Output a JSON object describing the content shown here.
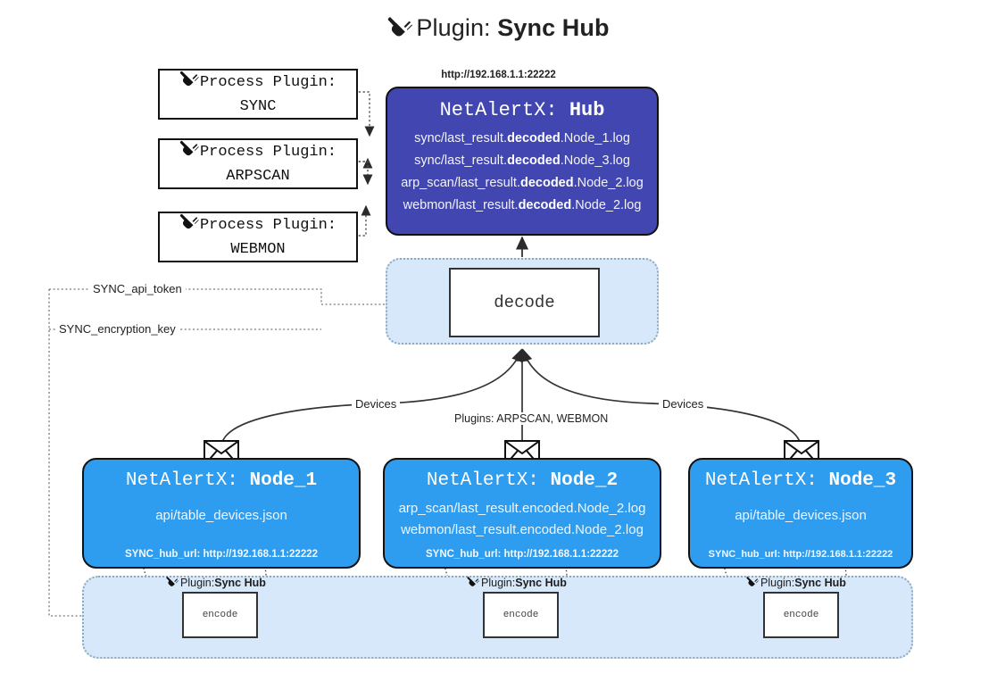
{
  "title": {
    "prefix": "Plugin: ",
    "name": "Sync Hub",
    "icon": "plug-icon"
  },
  "process_plugins": [
    {
      "label": "Process Plugin:",
      "value": "SYNC",
      "icon": "plug-icon"
    },
    {
      "label": "Process Plugin:",
      "value": "ARPSCAN",
      "icon": "plug-icon"
    },
    {
      "label": "Process Plugin:",
      "value": "WEBMON",
      "icon": "plug-icon"
    }
  ],
  "hub": {
    "url": "http://192.168.1.1:22222",
    "title_prefix": "NetAlertX: ",
    "title_name": "Hub",
    "files": [
      {
        "pre": "sync/last_result.",
        "em": "decoded",
        "post": ".Node_1.log"
      },
      {
        "pre": "sync/last_result.",
        "em": "decoded",
        "post": ".Node_3.log"
      },
      {
        "pre": "arp_scan/last_result.",
        "em": "decoded",
        "post": ".Node_2.log"
      },
      {
        "pre": "webmon/last_result.",
        "em": "decoded",
        "post": ".Node_2.log"
      }
    ]
  },
  "decode": {
    "label": "decode"
  },
  "settings": [
    {
      "label": "SYNC_api_token"
    },
    {
      "label": "SYNC_encryption_key"
    }
  ],
  "edge_labels": {
    "devices_left": "Devices",
    "devices_right": "Devices",
    "plugins_center": "Plugins: ARPSCAN, WEBMON"
  },
  "nodes": [
    {
      "title_prefix": "NetAlertX: ",
      "title_name": "Node_1",
      "lines": [
        "api/table_devices.json"
      ],
      "footer": "SYNC_hub_url: http://192.168.1.1:22222",
      "icon": "envelope-icon"
    },
    {
      "title_prefix": "NetAlertX: ",
      "title_name": "Node_2",
      "lines": [
        "arp_scan/last_result.encoded.Node_2.log",
        "webmon/last_result.encoded.Node_2.log"
      ],
      "footer": "SYNC_hub_url: http://192.168.1.1:22222",
      "icon": "envelope-icon"
    },
    {
      "title_prefix": "NetAlertX: ",
      "title_name": "Node_3",
      "lines": [
        "api/table_devices.json"
      ],
      "footer": "SYNC_hub_url: http://192.168.1.1:22222",
      "icon": "envelope-icon"
    }
  ],
  "encoders": [
    {
      "label_prefix": "Plugin: ",
      "label_name": "Sync Hub",
      "box": "encode",
      "icon": "plug-icon"
    },
    {
      "label_prefix": "Plugin: ",
      "label_name": "Sync Hub",
      "box": "encode",
      "icon": "plug-icon"
    },
    {
      "label_prefix": "Plugin: ",
      "label_name": "Sync Hub",
      "box": "encode",
      "icon": "plug-icon"
    }
  ],
  "colors": {
    "hub_fill": "#4146b0",
    "node_fill": "#2e9cef",
    "container_fill": "#d6e8f9",
    "container_border": "#8fa8bd",
    "stroke": "#333333"
  }
}
